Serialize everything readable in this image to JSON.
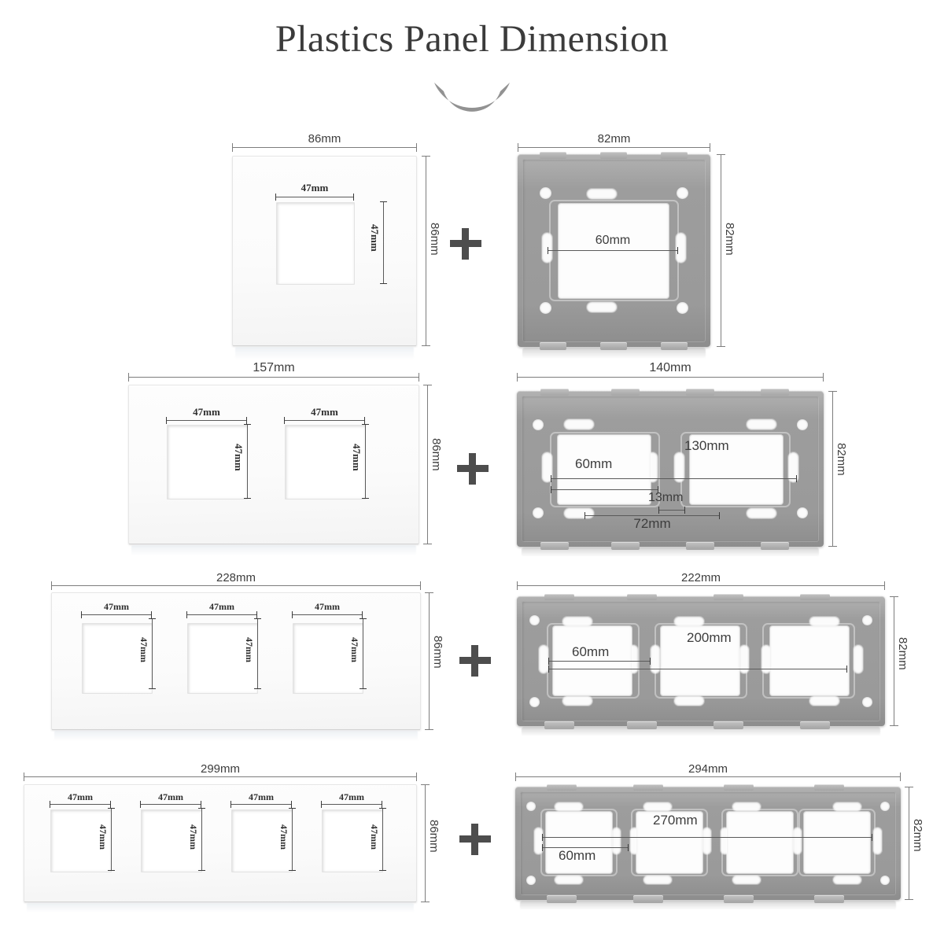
{
  "header": {
    "title": "Plastics Panel Dimension",
    "divider_icon": "arc-divider-icon"
  },
  "separator_label": "+",
  "units": "mm",
  "rows": [
    {
      "id": "row-1-gang",
      "panel": {
        "name": "white-panel-1-gang",
        "width_label": "86mm",
        "height_label": "86mm",
        "cutouts": [
          {
            "width_label": "47mm",
            "height_label": "47mm"
          }
        ]
      },
      "frame": {
        "name": "gray-frame-1-gang",
        "width_label": "82mm",
        "height_label": "82mm",
        "span_labels": [
          "60mm"
        ]
      }
    },
    {
      "id": "row-2-gang",
      "panel": {
        "name": "white-panel-2-gang",
        "width_label": "157mm",
        "height_label": "86mm",
        "cutouts": [
          {
            "width_label": "47mm",
            "height_label": "47mm"
          },
          {
            "width_label": "47mm",
            "height_label": "47mm"
          }
        ]
      },
      "frame": {
        "name": "gray-frame-2-gang",
        "width_label": "140mm",
        "height_label": "82mm",
        "span_labels": [
          "60mm",
          "130mm",
          "13mm",
          "72mm"
        ]
      }
    },
    {
      "id": "row-3-gang",
      "panel": {
        "name": "white-panel-3-gang",
        "width_label": "228mm",
        "height_label": "86mm",
        "cutouts": [
          {
            "width_label": "47mm",
            "height_label": "47mm"
          },
          {
            "width_label": "47mm",
            "height_label": "47mm"
          },
          {
            "width_label": "47mm",
            "height_label": "47mm"
          }
        ]
      },
      "frame": {
        "name": "gray-frame-3-gang",
        "width_label": "222mm",
        "height_label": "82mm",
        "span_labels": [
          "60mm",
          "200mm"
        ]
      }
    },
    {
      "id": "row-4-gang",
      "panel": {
        "name": "white-panel-4-gang",
        "width_label": "299mm",
        "height_label": "86mm",
        "cutouts": [
          {
            "width_label": "47mm",
            "height_label": "47mm"
          },
          {
            "width_label": "47mm",
            "height_label": "47mm"
          },
          {
            "width_label": "47mm",
            "height_label": "47mm"
          },
          {
            "width_label": "47mm",
            "height_label": "47mm"
          }
        ]
      },
      "frame": {
        "name": "gray-frame-4-gang",
        "width_label": "294mm",
        "height_label": "82mm",
        "span_labels": [
          "60mm",
          "270mm"
        ]
      }
    }
  ],
  "colors": {
    "title": "#3b3b3b",
    "arc": "#929292",
    "plus": "#4d4d4d",
    "panel_white": "#fbfbfb",
    "frame_gray": "#9a9a9a",
    "dimension_line": "#7d7d7d"
  }
}
